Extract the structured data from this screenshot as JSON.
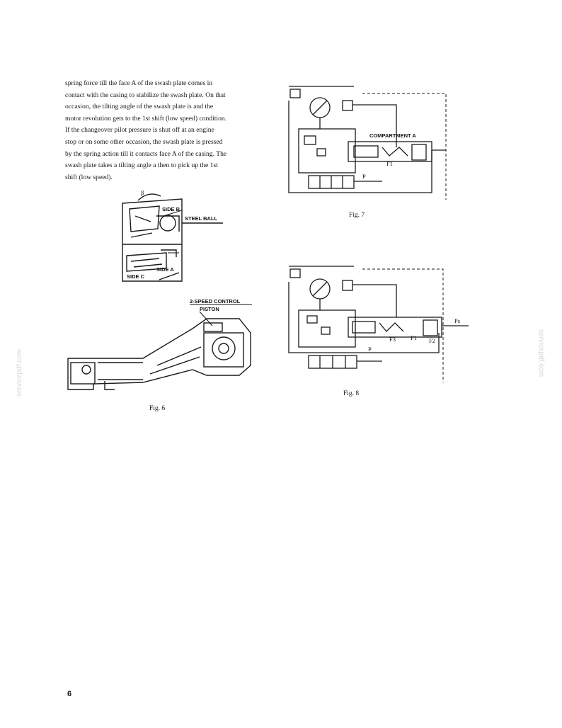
{
  "body_lines": [
    "spring force till the face A of the swash plate comes in",
    "contact with the casing to stabilize the swash plate. On that",
    "occasion, the tilting angle of the swash plate is and the",
    "motor revolution gets to the 1st shift (low speed) condition.",
    "If the changeover pilot pressure is shut off at an engine",
    "stop or on some other occasion, the swash plate is pressed",
    "by the spring action till it contacts face A of the casing. The",
    "swash plate takes a tilting angle a then to pick up the 1st",
    "shift (low speed)."
  ],
  "figures": {
    "fig6": {
      "caption": "Fig. 6",
      "labels": {
        "beta": "β",
        "side_b": "SIDE B",
        "steel_ball": "STEEL BALL",
        "side_c": "SIDE C",
        "side_a": "SIDE A",
        "two_speed_control": "2-SPEED CONTROL",
        "piston": "PISTON"
      }
    },
    "fig7": {
      "caption": "Fig. 7",
      "labels": {
        "compartment_a": "COMPARTMENT A",
        "f1": "F1",
        "p": "P"
      }
    },
    "fig8": {
      "caption": "Fig. 8",
      "labels": {
        "ps": "Ps",
        "f1": "F1",
        "f2": "F2",
        "f3": "F3",
        "p": "P"
      }
    }
  },
  "page_number": "6",
  "watermark": "servicepdf.com"
}
